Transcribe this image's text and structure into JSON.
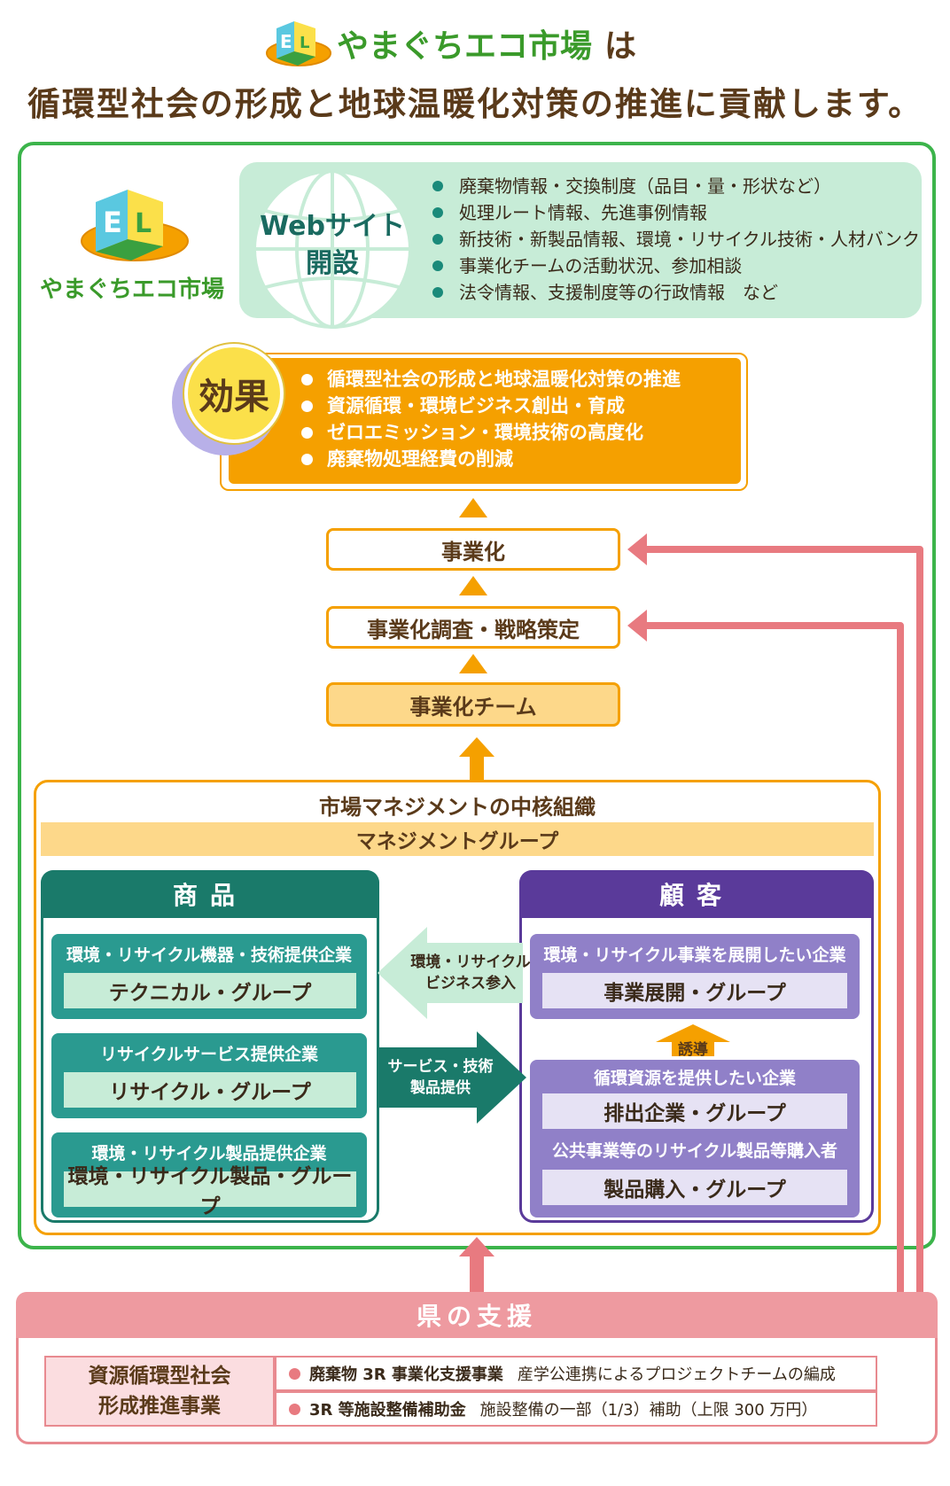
{
  "header": {
    "brand": "やまぐちエコ市場",
    "particle": "は",
    "subtitle": "循環型社会の形成と地球温暖化対策の推進に貢献します。"
  },
  "logo": {
    "name": "やまぐちエコ市場"
  },
  "website": {
    "label_line1": "Webサイト",
    "label_line2": "開設",
    "items": [
      "廃棄物情報・交換制度（品目・量・形状など）",
      "処理ルート情報、先進事例情報",
      "新技術・新製品情報、環境・リサイクル技術・人材バンク",
      "事業化チームの活動状況、参加相談",
      "法令情報、支援制度等の行政情報　など"
    ]
  },
  "effect": {
    "label": "効果",
    "items": [
      "循環型社会の形成と地球温暖化対策の推進",
      "資源循環・環境ビジネス創出・育成",
      "ゼロエミッション・環境技術の高度化",
      "廃棄物処理経費の削減"
    ]
  },
  "flow": {
    "commercialization": "事業化",
    "survey": "事業化調査・戦略策定",
    "team": "事業化チーム"
  },
  "management": {
    "title": "市場マネジメントの中核組織",
    "band": "マネジメントグループ",
    "products": {
      "header": "商品",
      "groups": [
        {
          "caption": "環境・リサイクル機器・技術提供企業",
          "name": "テクニカル・グループ"
        },
        {
          "caption": "リサイクルサービス提供企業",
          "name": "リサイクル・グループ"
        },
        {
          "caption": "環境・リサイクル製品提供企業",
          "name": "環境・リサイクル製品・グループ"
        }
      ]
    },
    "customers": {
      "header": "顧客",
      "group1": {
        "caption": "環境・リサイクル事業を展開したい企業",
        "name": "事業展開・グループ"
      },
      "guide": "誘導",
      "group2": {
        "caption1": "循環資源を提供したい企業",
        "name1": "排出企業・グループ",
        "caption2": "公共事業等のリサイクル製品等購入者",
        "name2": "製品購入・グループ"
      }
    },
    "left_arrow": {
      "line1": "環境・リサイクル",
      "line2": "ビジネス参入"
    },
    "right_arrow": {
      "line1": "サービス・技術",
      "line2": "製品提供"
    }
  },
  "support": {
    "header": "県の支援",
    "program_line1": "資源循環型社会",
    "program_line2": "形成推進事業",
    "items": [
      {
        "name": "廃棄物 3R 事業化支援事業",
        "desc": "産学公連携によるプロジェクトチームの編成"
      },
      {
        "name": "3R 等施設整備補助金",
        "desc": "施設整備の一部（1/3）補助（上限 300 万円）"
      }
    ]
  },
  "colors": {
    "green_frame": "#3cb44b",
    "orange": "#f5a000",
    "teal": "#1a7a6a",
    "purple": "#5a3a9a",
    "pink": "#e87a80"
  }
}
